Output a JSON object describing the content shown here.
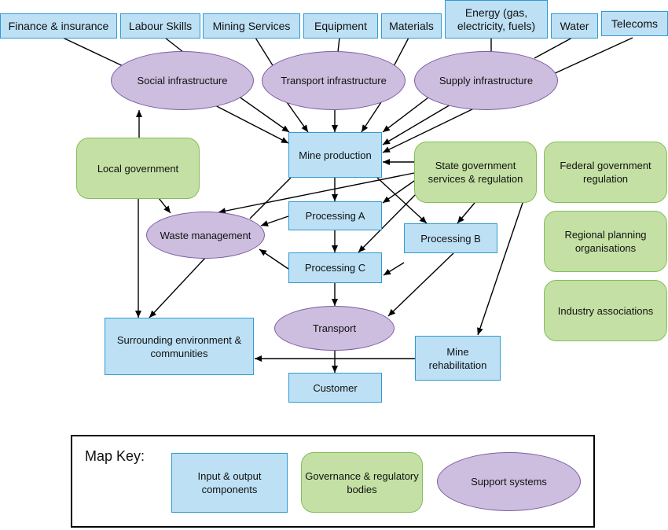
{
  "top_inputs": {
    "finance": "Finance & insurance",
    "labour": "Labour Skills",
    "mining_services": "Mining Services",
    "equipment": "Equipment",
    "materials": "Materials",
    "energy": "Energy (gas, electricity, fuels)",
    "water": "Water",
    "telecoms": "Telecoms"
  },
  "support": {
    "social": "Social infrastructure",
    "transport_infra": "Transport infrastructure",
    "supply": "Supply infrastructure",
    "waste": "Waste management",
    "transport": "Transport"
  },
  "components": {
    "mine_production": "Mine production",
    "processing_a": "Processing A",
    "processing_b": "Processing B",
    "processing_c": "Processing C",
    "surrounding": "Surrounding environment & communities",
    "mine_rehab": "Mine rehabilitation",
    "customer": "Customer"
  },
  "governance": {
    "local": "Local government",
    "state": "State government services & regulation",
    "federal": "Federal government regulation",
    "regional": "Regional planning organisations",
    "industry": "Industry associations"
  },
  "legend": {
    "title": "Map Key:",
    "input_output": "Input & output components",
    "governance": "Governance & regulatory bodies",
    "support": "Support systems"
  },
  "colors": {
    "input_fill": "#bde0f5",
    "input_border": "#2f9bd3",
    "governance_fill": "#c4e0a4",
    "governance_border": "#84bd5a",
    "support_fill": "#cdbedf",
    "support_border": "#7c5da5"
  }
}
